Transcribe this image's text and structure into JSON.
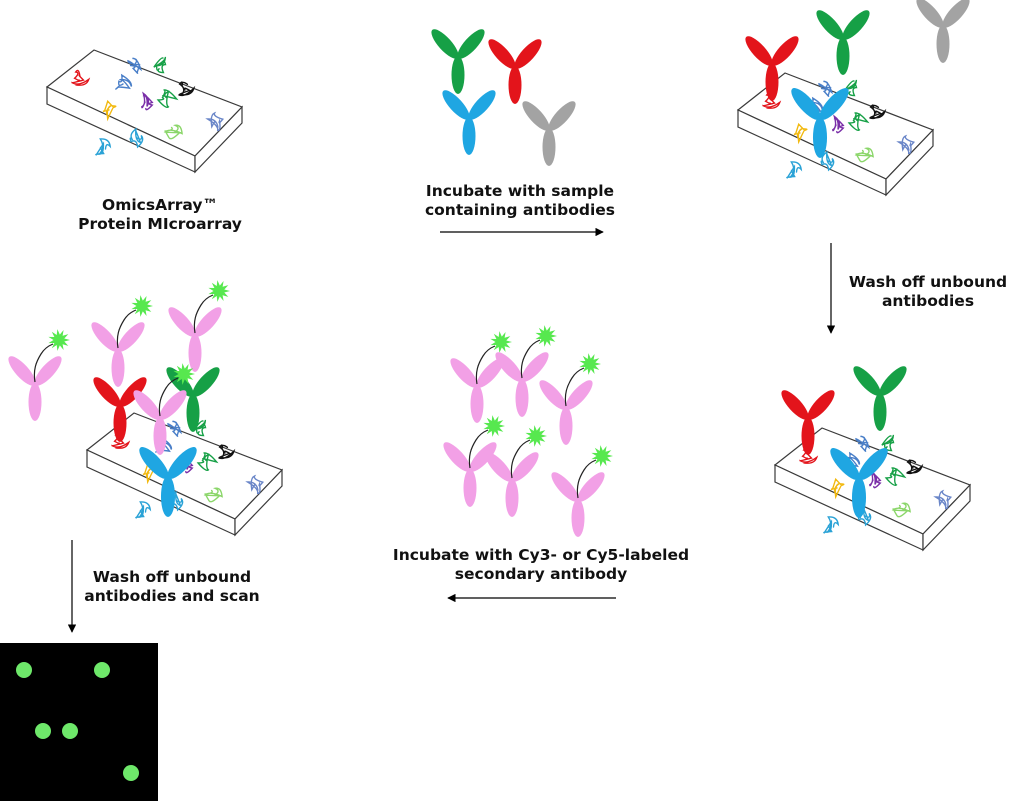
{
  "labels": {
    "array": {
      "line1": "OmicsArray™",
      "line2": "Protein MIcroarray"
    },
    "step1": {
      "line1": "Incubate with sample",
      "line2": "containing antibodies"
    },
    "step2": {
      "line1": "Wash off unbound",
      "line2": "antibodies"
    },
    "step3": {
      "line1": "Incubate with Cy3- or Cy5-labeled",
      "line2": "secondary antibody"
    },
    "step4": {
      "line1": "Wash off unbound",
      "line2": "antibodies and scan"
    }
  },
  "colors": {
    "red": "#e3141b",
    "green": "#16a046",
    "blue": "#1fa6e2",
    "gray": "#a3a3a3",
    "pink": "#f2a0e6",
    "fluor": "#57e84f",
    "spot": "#6ee86a",
    "scan_bg": "#000000"
  }
}
